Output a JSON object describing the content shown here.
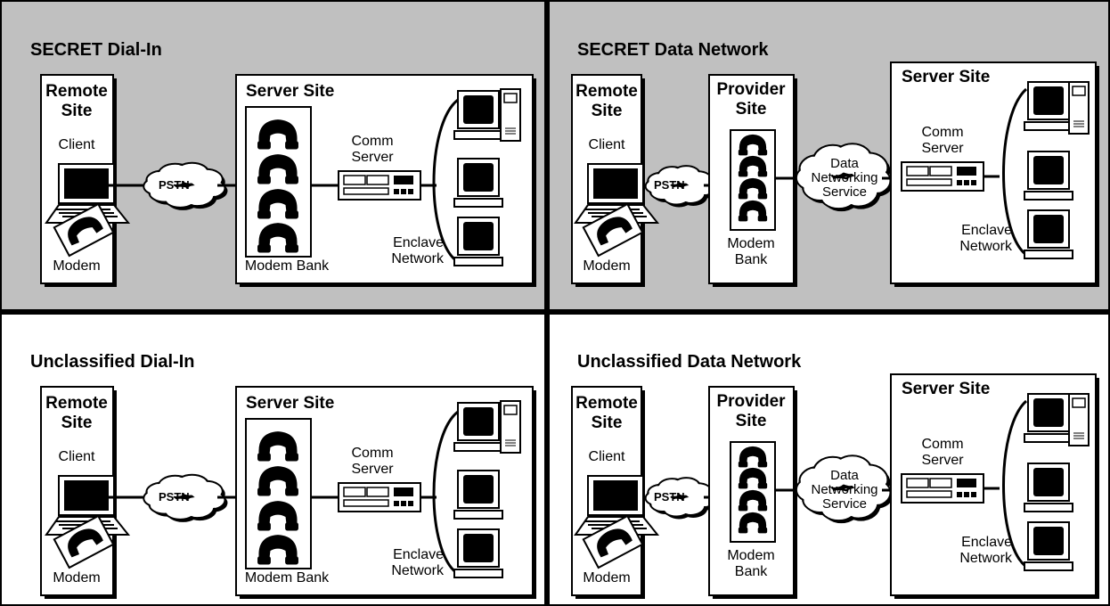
{
  "colors": {
    "secret_background": "#c0c0c0",
    "unclassified_background": "#ffffff",
    "divider": "#000000"
  },
  "quadrants": [
    {
      "id": "secret-dial-in",
      "title": "SECRET Dial-In",
      "remote_site": {
        "title": "Remote Site",
        "client": "Client",
        "modem": "Modem"
      },
      "pstn": "PSTN",
      "server_site": {
        "title": "Server Site",
        "modem_bank": "Modem Bank",
        "comm_server": "Comm Server",
        "enclave_network": "Enclave Network"
      }
    },
    {
      "id": "secret-data-network",
      "title": "SECRET Data Network",
      "remote_site": {
        "title": "Remote Site",
        "client": "Client",
        "modem": "Modem"
      },
      "pstn": "PSTN",
      "provider_site": {
        "title": "Provider Site",
        "modem_bank": "Modem Bank"
      },
      "data_networking_service": "Data Networking Service",
      "server_site": {
        "title": "Server Site",
        "comm_server": "Comm Server",
        "enclave_network": "Enclave Network"
      }
    },
    {
      "id": "unclassified-dial-in",
      "title": "Unclassified Dial-In",
      "remote_site": {
        "title": "Remote Site",
        "client": "Client",
        "modem": "Modem"
      },
      "pstn": "PSTN",
      "server_site": {
        "title": "Server Site",
        "modem_bank": "Modem Bank",
        "comm_server": "Comm Server",
        "enclave_network": "Enclave Network"
      }
    },
    {
      "id": "unclassified-data-network",
      "title": "Unclassified Data Network",
      "remote_site": {
        "title": "Remote Site",
        "client": "Client",
        "modem": "Modem"
      },
      "pstn": "PSTN",
      "provider_site": {
        "title": "Provider Site",
        "modem_bank": "Modem Bank"
      },
      "data_networking_service": "Data Networking Service",
      "server_site": {
        "title": "Server Site",
        "comm_server": "Comm Server",
        "enclave_network": "Enclave Network"
      }
    }
  ]
}
